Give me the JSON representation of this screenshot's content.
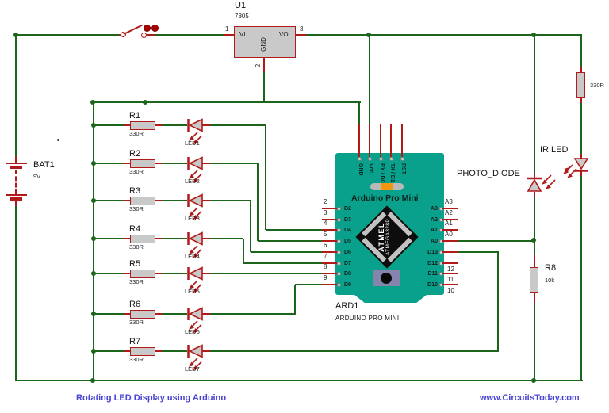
{
  "title_block": {
    "footer_left": "Rotating LED Display using Arduino",
    "footer_right": "www.CircuitsToday.com"
  },
  "colors": {
    "wire_green": "#1c661c",
    "component_red": "#b21a1a",
    "component_fill": "#c9c9c9",
    "board_teal": "#0aa18c",
    "orange": "#f2970d",
    "footer_blue": "#4744d4"
  },
  "regulator": {
    "ref": "U1",
    "value": "7805",
    "pin_in": "VI",
    "pin_out": "VO",
    "pin_gnd": "GND",
    "num_in": "1",
    "num_out": "3",
    "num_gnd": "2"
  },
  "battery": {
    "ref": "BAT1",
    "value": "9V"
  },
  "led_array": {
    "rows": [
      {
        "res_ref": "R1",
        "res_value": "330R",
        "led_ref": "LED1"
      },
      {
        "res_ref": "R2",
        "res_value": "330R",
        "led_ref": "LED2"
      },
      {
        "res_ref": "R3",
        "res_value": "330R",
        "led_ref": "LED3"
      },
      {
        "res_ref": "R4",
        "res_value": "330R",
        "led_ref": "LED4"
      },
      {
        "res_ref": "R5",
        "res_value": "330R",
        "led_ref": "LED5"
      },
      {
        "res_ref": "R6",
        "res_value": "330R",
        "led_ref": "LED6"
      },
      {
        "res_ref": "R7",
        "res_value": "330R",
        "led_ref": "LED7"
      }
    ]
  },
  "arduino": {
    "ref": "ARD1",
    "subtitle": "ARDUINO PRO MINI",
    "board_title": "Arduino Pro Mini",
    "chip": {
      "brand": "ATMEL",
      "part": "ATMEGA328P"
    },
    "top_pins": [
      "GND",
      "Vcc",
      "RX / D0",
      "TX / D1",
      "RST"
    ],
    "left_pins": [
      {
        "num": "2",
        "label": "D2"
      },
      {
        "num": "3",
        "label": "D3"
      },
      {
        "num": "4",
        "label": "D4"
      },
      {
        "num": "5",
        "label": "D5"
      },
      {
        "num": "6",
        "label": "D6"
      },
      {
        "num": "7",
        "label": "D7"
      },
      {
        "num": "8",
        "label": "D8"
      },
      {
        "num": "9",
        "label": "D9"
      }
    ],
    "right_pins": [
      {
        "label": "A3",
        "outer": "A3",
        "pos": "above"
      },
      {
        "label": "A2",
        "outer": "A2",
        "pos": "above"
      },
      {
        "label": "A1",
        "outer": "A1",
        "pos": "above"
      },
      {
        "label": "A0",
        "outer": "A0",
        "pos": "above"
      },
      {
        "label": "D13",
        "outer": "",
        "pos": "none"
      },
      {
        "label": "D12",
        "outer": "12",
        "pos": "below"
      },
      {
        "label": "D11",
        "outer": "11",
        "pos": "below"
      },
      {
        "label": "D10",
        "outer": "10",
        "pos": "below"
      }
    ]
  },
  "right_side": {
    "series_resistor_value": "330R",
    "ir_led_label": "IR LED",
    "photo_diode_label": "PHOTO_DIODE",
    "r8_ref": "R8",
    "r8_value": "10k"
  }
}
